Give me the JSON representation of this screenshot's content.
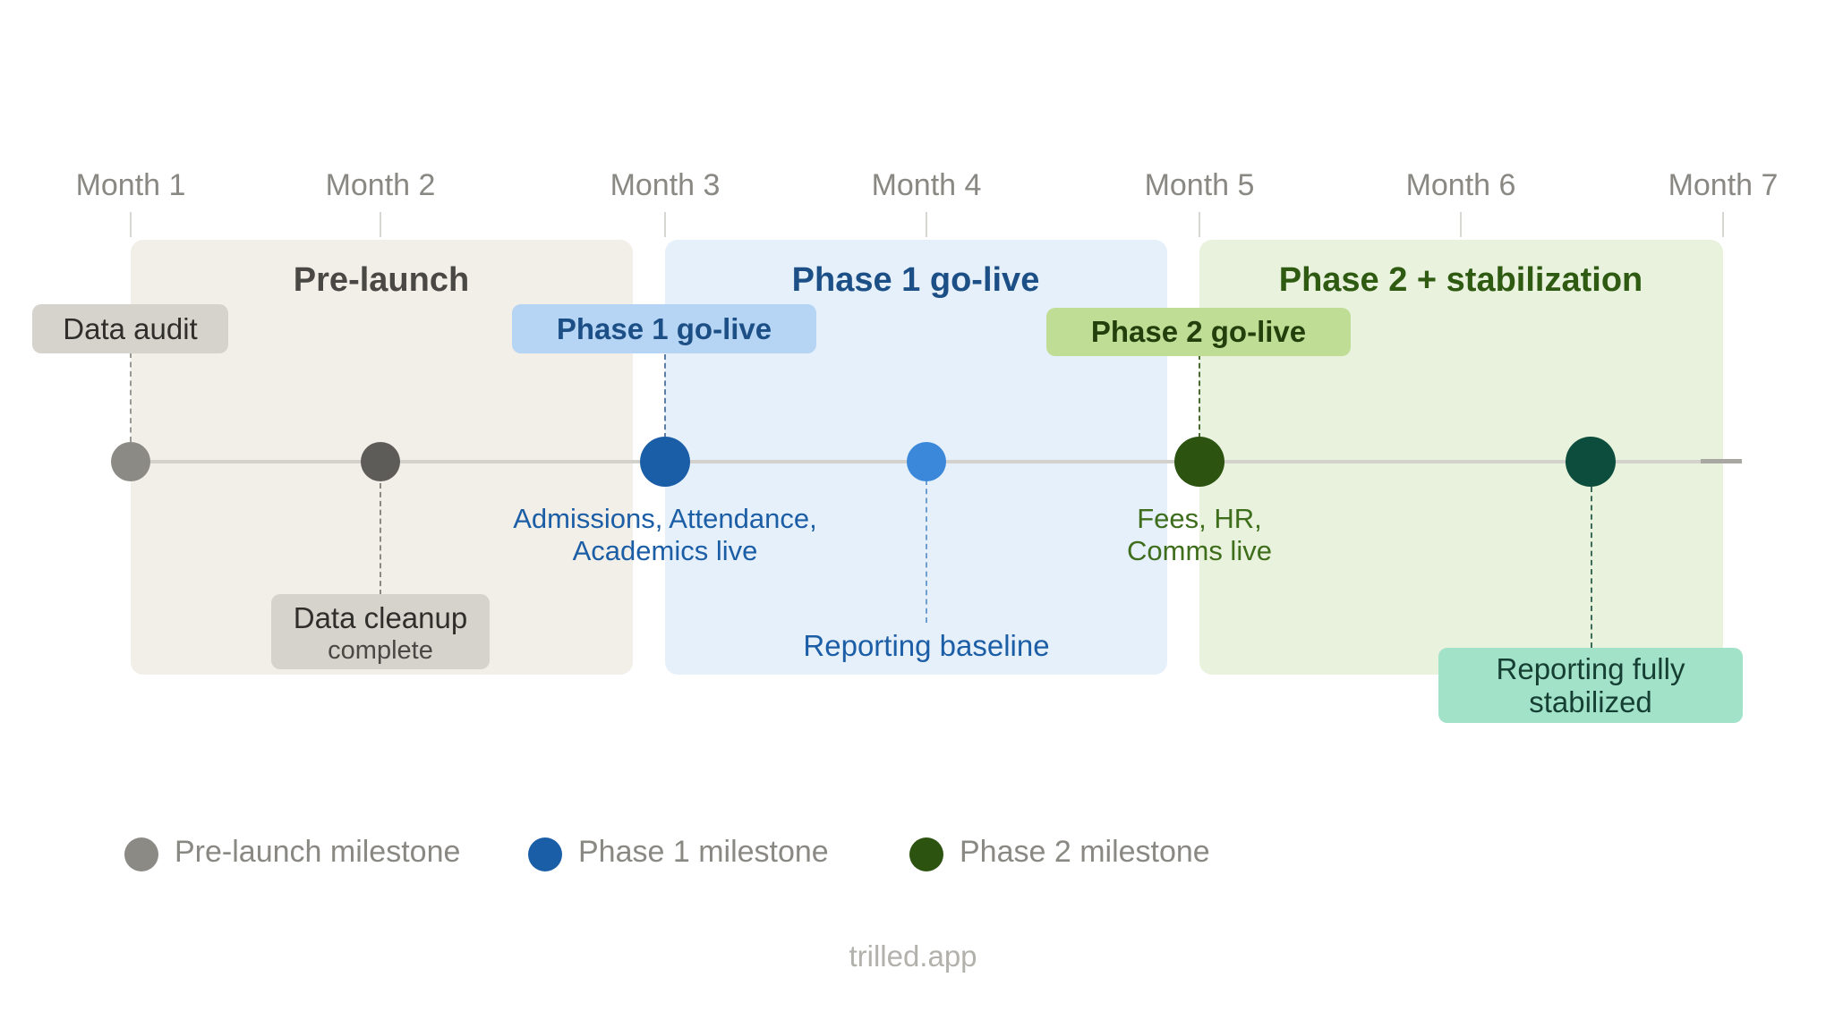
{
  "months": [
    "Month 1",
    "Month 2",
    "Month 3",
    "Month 4",
    "Month 5",
    "Month 6",
    "Month 7"
  ],
  "phases": {
    "prelaunch": {
      "title": "Pre-launch",
      "color": "#f2efe9",
      "title_color": "#4a4844"
    },
    "phase1": {
      "title": "Phase 1 go-live",
      "color": "#e6f0fa",
      "title_color": "#1c4f86"
    },
    "phase2": {
      "title": "Phase 2 + stabilization",
      "color": "#e9f2dc",
      "title_color": "#2f5a12"
    }
  },
  "milestones": {
    "data_audit": {
      "label": "Data audit"
    },
    "data_cleanup": {
      "label": "Data cleanup",
      "sublabel": "complete"
    },
    "phase1_golive": {
      "label": "Phase 1 go-live",
      "note_line1": "Admissions, Attendance,",
      "note_line2": "Academics live"
    },
    "reporting_baseline": {
      "label": "Reporting baseline"
    },
    "phase2_golive": {
      "label": "Phase 2 go-live",
      "note_line1": "Fees, HR,",
      "note_line2": "Comms live"
    },
    "reporting_stabilized": {
      "label_line1": "Reporting fully",
      "label_line2": "stabilized"
    }
  },
  "legend": [
    {
      "label": "Pre-launch milestone",
      "color": "#8c8a85"
    },
    {
      "label": "Phase 1 milestone",
      "color": "#1b5ea8"
    },
    {
      "label": "Phase 2 milestone",
      "color": "#2c5410"
    }
  ],
  "footer": "trilled.app"
}
